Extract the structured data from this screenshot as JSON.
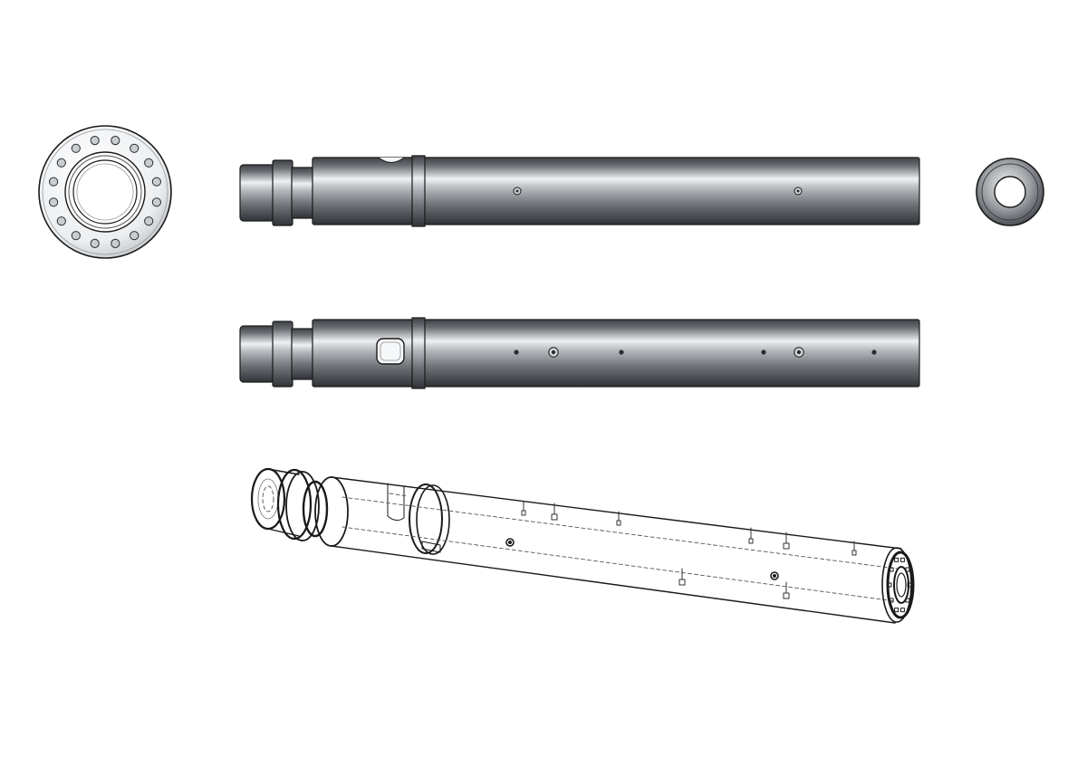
{
  "views": [
    {
      "id": "end-view-flange",
      "label": ""
    },
    {
      "id": "side-view-top",
      "label": ""
    },
    {
      "id": "end-view-small",
      "label": ""
    },
    {
      "id": "side-view-rotated",
      "label": ""
    },
    {
      "id": "isometric-hidden-line-view",
      "label": ""
    }
  ],
  "flange": {
    "bolt_hole_count": 16
  },
  "colors": {
    "background": "#ffffff",
    "outline": "#1a1a1a",
    "steel_dark": "#4a4d52",
    "steel_mid": "#8a8d92",
    "steel_light": "#e4e6e8",
    "hidden_line": "#555555"
  }
}
